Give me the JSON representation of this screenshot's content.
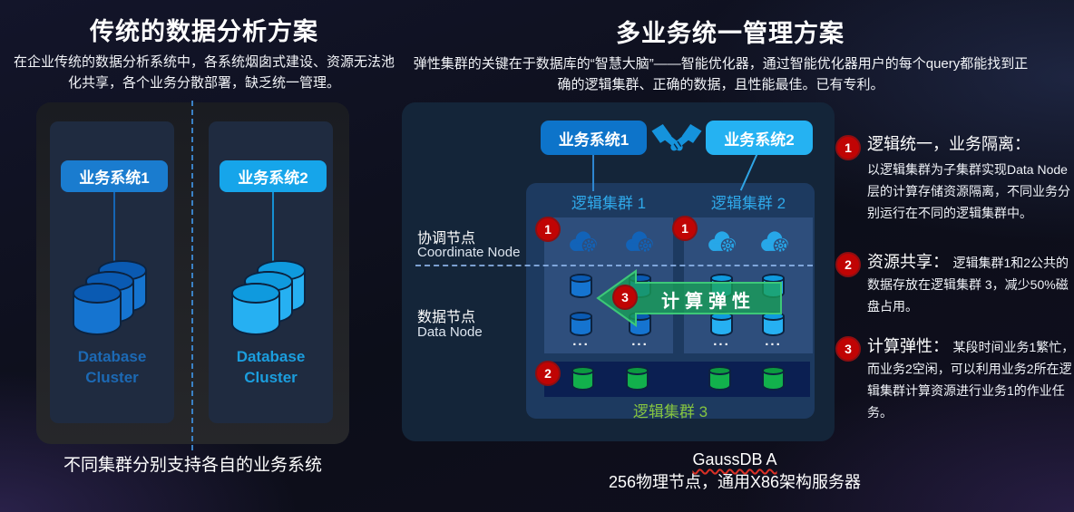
{
  "left": {
    "title": "传统的数据分析方案",
    "description": "在企业传统的数据分析系统中，各系统烟囱式建设、资源无法池化共享，各个业务分散部署，缺乏统一管理。",
    "systems": [
      {
        "label": "业务系统1",
        "cluster_label": "Database Cluster"
      },
      {
        "label": "业务系统2",
        "cluster_label": "Database Cluster"
      }
    ],
    "caption": "不同集群分别支持各自的业务系统"
  },
  "right": {
    "title": "多业务统一管理方案",
    "description": "弹性集群的关键在于数据库的“智慧大脑”——智能优化器，通过智能优化器用户的每个query都能找到正确的逻辑集群、正确的数据，且性能最佳。已有专利。",
    "system1": "业务系统1",
    "system2": "业务系统2",
    "cluster1": "逻辑集群 1",
    "cluster2": "逻辑集群 2",
    "cluster3": "逻辑集群 3",
    "coordinate_zh": "协调节点",
    "coordinate_en": "Coordinate Node",
    "data_zh": "数据节点",
    "data_en": "Data Node",
    "arrow_label": "计算弹性",
    "dots": "...",
    "badge1": "1",
    "badge2": "2",
    "badge3": "3",
    "annotations": [
      {
        "num": "1",
        "heading": "逻辑统一，业务隔离：",
        "body": "以逻辑集群为子集群实现Data Node层的计算存储资源隔离，不同业务分别运行在不同的逻辑集群中。"
      },
      {
        "num": "2",
        "heading": "资源共享：",
        "body": "逻辑集群1和2公共的数据存放在逻辑集群 3，减少50%磁盘占用。"
      },
      {
        "num": "3",
        "heading": "计算弹性：",
        "body": "某段时间业务1繁忙，而业务2空闲，可以利用业务2所在逻辑集群计算资源进行业务1的作业任务。"
      }
    ],
    "footer_line1": "GaussDB A",
    "footer_line2": "256物理节点，通用X86架构服务器"
  },
  "icons": {
    "handshake": "handshake-icon",
    "cloud_gear": "cloud-gear-icon",
    "database_cylinder": "database-cylinder-icon"
  },
  "colors": {
    "system1_blue": "#1478cf",
    "system2_cyan": "#1ba9ee",
    "panel_navy": "#142539",
    "subpanel_slate": "#2e4e7c",
    "arrow_green": "#1aa05c",
    "cylinder_green": "#12b14c",
    "badge_red": "#c00404",
    "cluster3_green": "#85c440",
    "logical_cluster_cyan": "#2fa9ea"
  }
}
